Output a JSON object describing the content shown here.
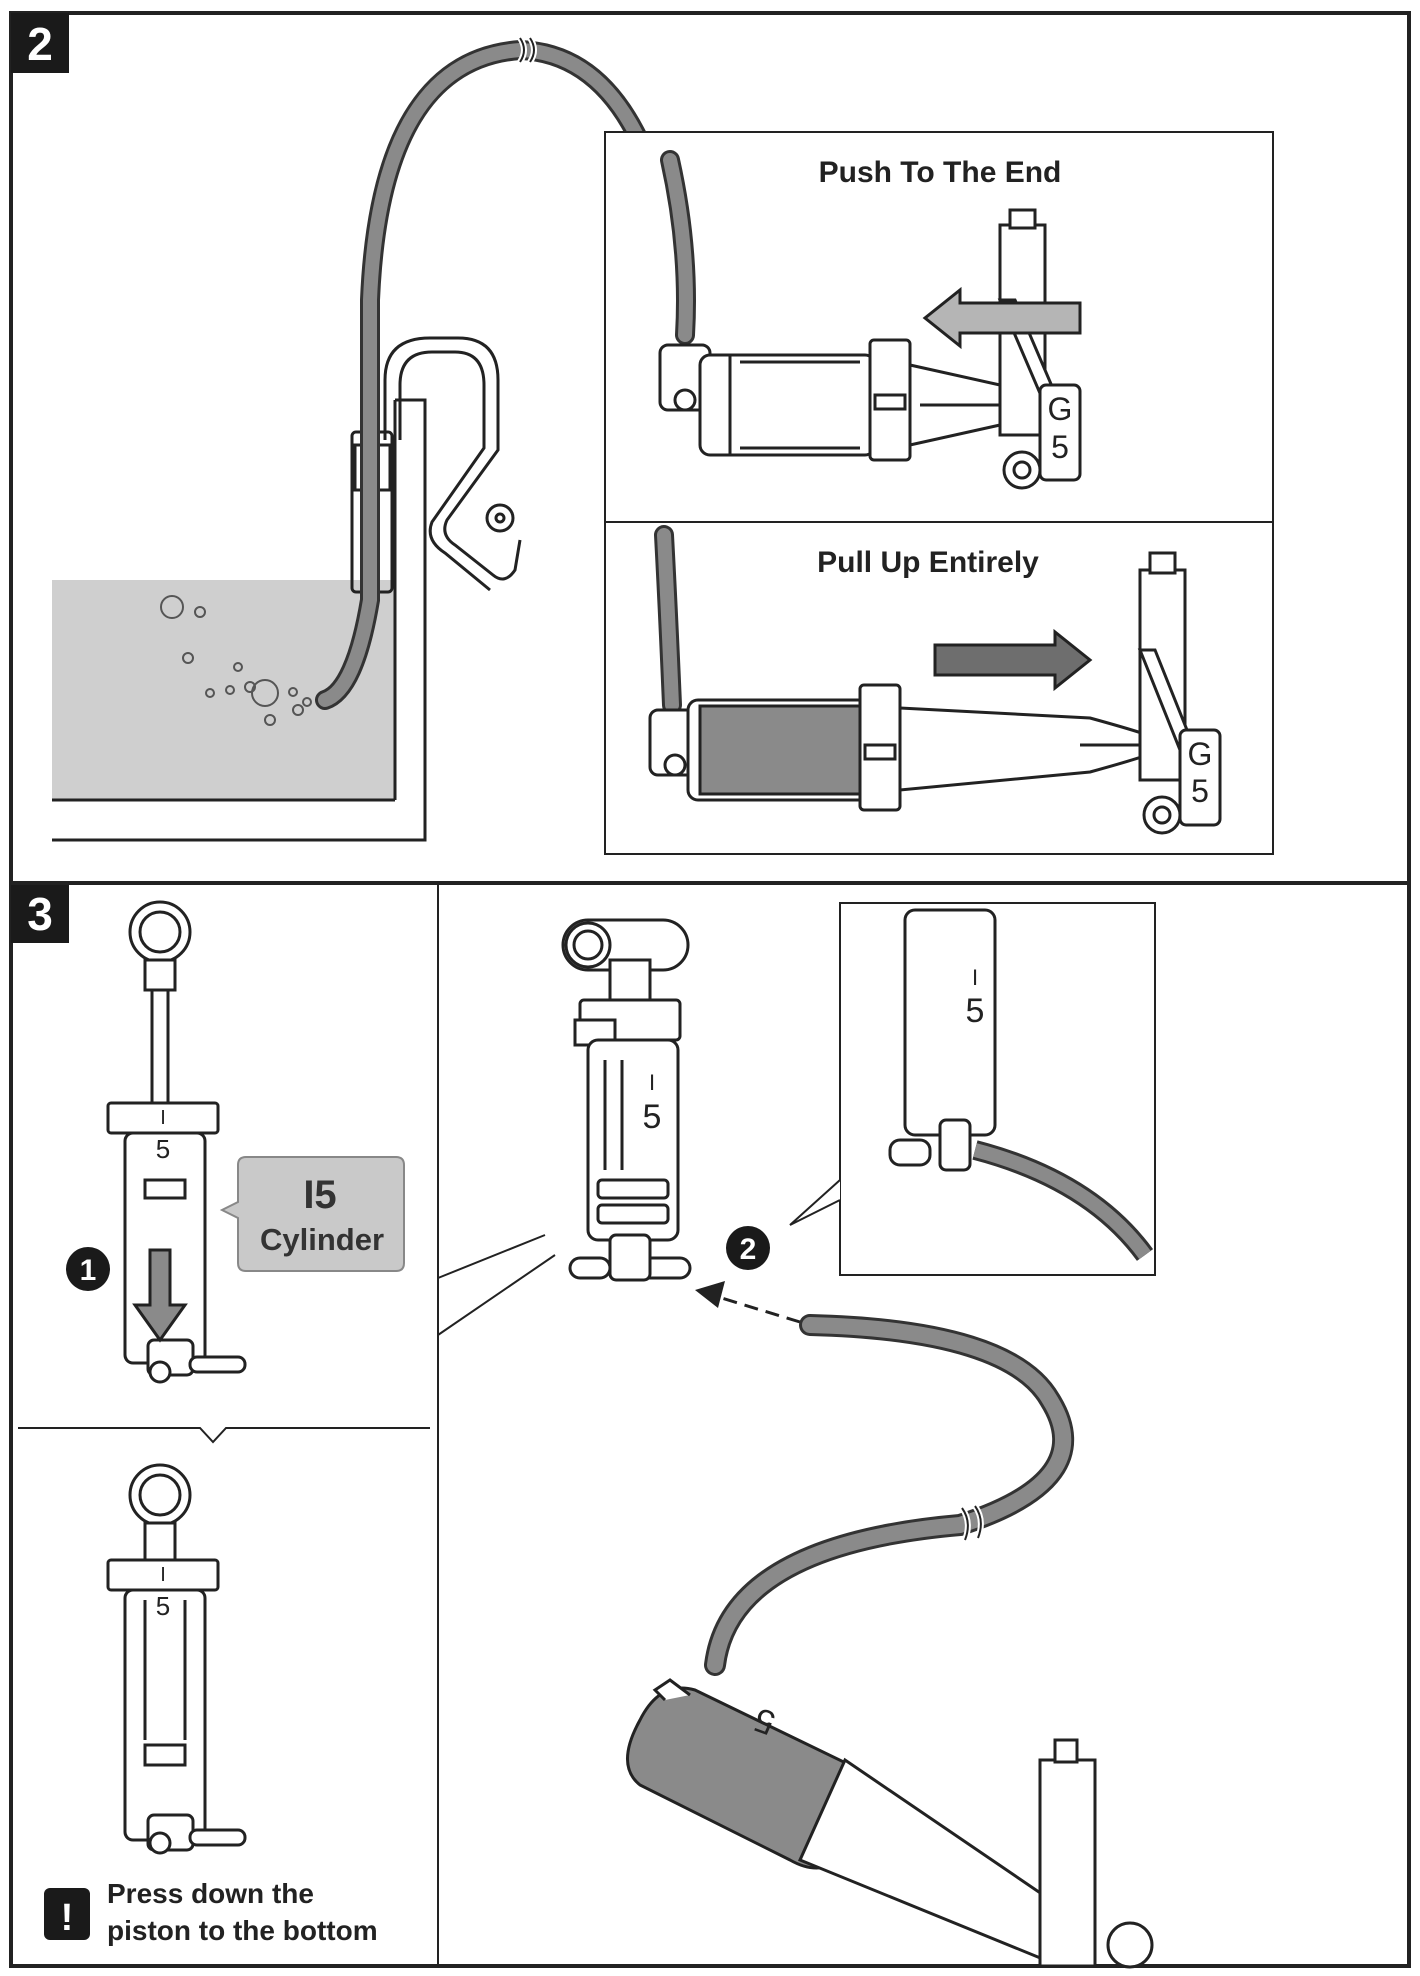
{
  "step2": {
    "number": "2",
    "panel_top": {
      "caption": "Push To The End",
      "part_letter": "G",
      "part_number": "5"
    },
    "panel_bottom": {
      "caption": "Pull Up Entirely",
      "part_letter": "G",
      "part_number": "5"
    }
  },
  "step3": {
    "number": "3",
    "part_tag": {
      "code": "I5",
      "name": "Cylinder"
    },
    "cylinder_mark_letter": "I",
    "cylinder_mark_number": "5",
    "substep_1": "1",
    "substep_2": "2",
    "note": {
      "icon": "!",
      "line1": "Press down the",
      "line2": "piston to the bottom"
    }
  },
  "colors": {
    "tube": "#8a8a8a",
    "tube_outline": "#333333",
    "water": "#cfcfcf",
    "tag_bg": "#c9c9c9",
    "arrow_light": "#b5b5b5",
    "arrow_dark": "#6e6e6e"
  }
}
